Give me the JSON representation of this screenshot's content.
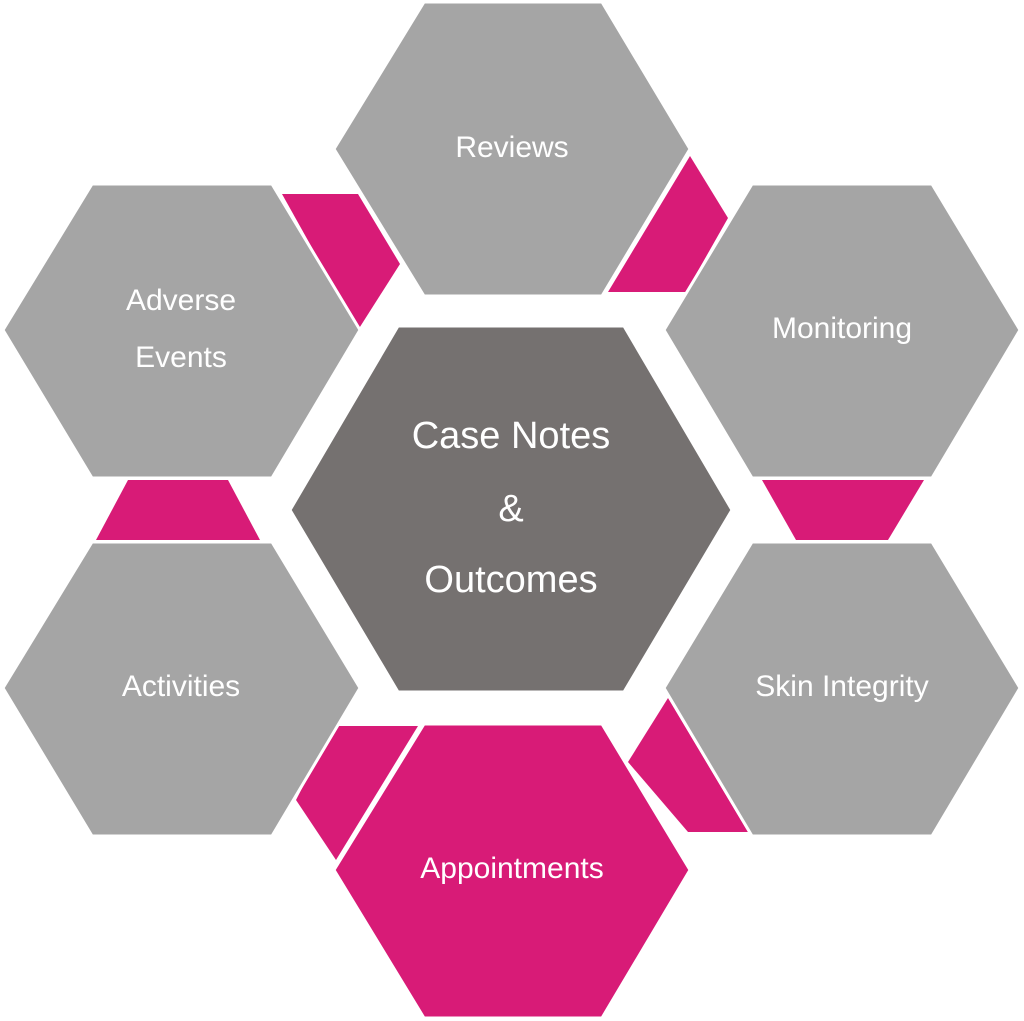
{
  "colors": {
    "accent": "#d81b77",
    "outer_hex": "#a5a5a5",
    "center_hex": "#757170",
    "text": "#ffffff",
    "background": "#ffffff"
  },
  "center": {
    "line1": "Case Notes",
    "line2": "&",
    "line3": "Outcomes"
  },
  "segments": {
    "reviews": {
      "label": "Reviews"
    },
    "monitoring": {
      "label": "Monitoring"
    },
    "skin_integrity": {
      "label": "Skin Integrity"
    },
    "appointments": {
      "label": "Appointments"
    },
    "activities": {
      "label": "Activities"
    },
    "adverse_events": {
      "line1": "Adverse",
      "line2": "Events"
    }
  }
}
